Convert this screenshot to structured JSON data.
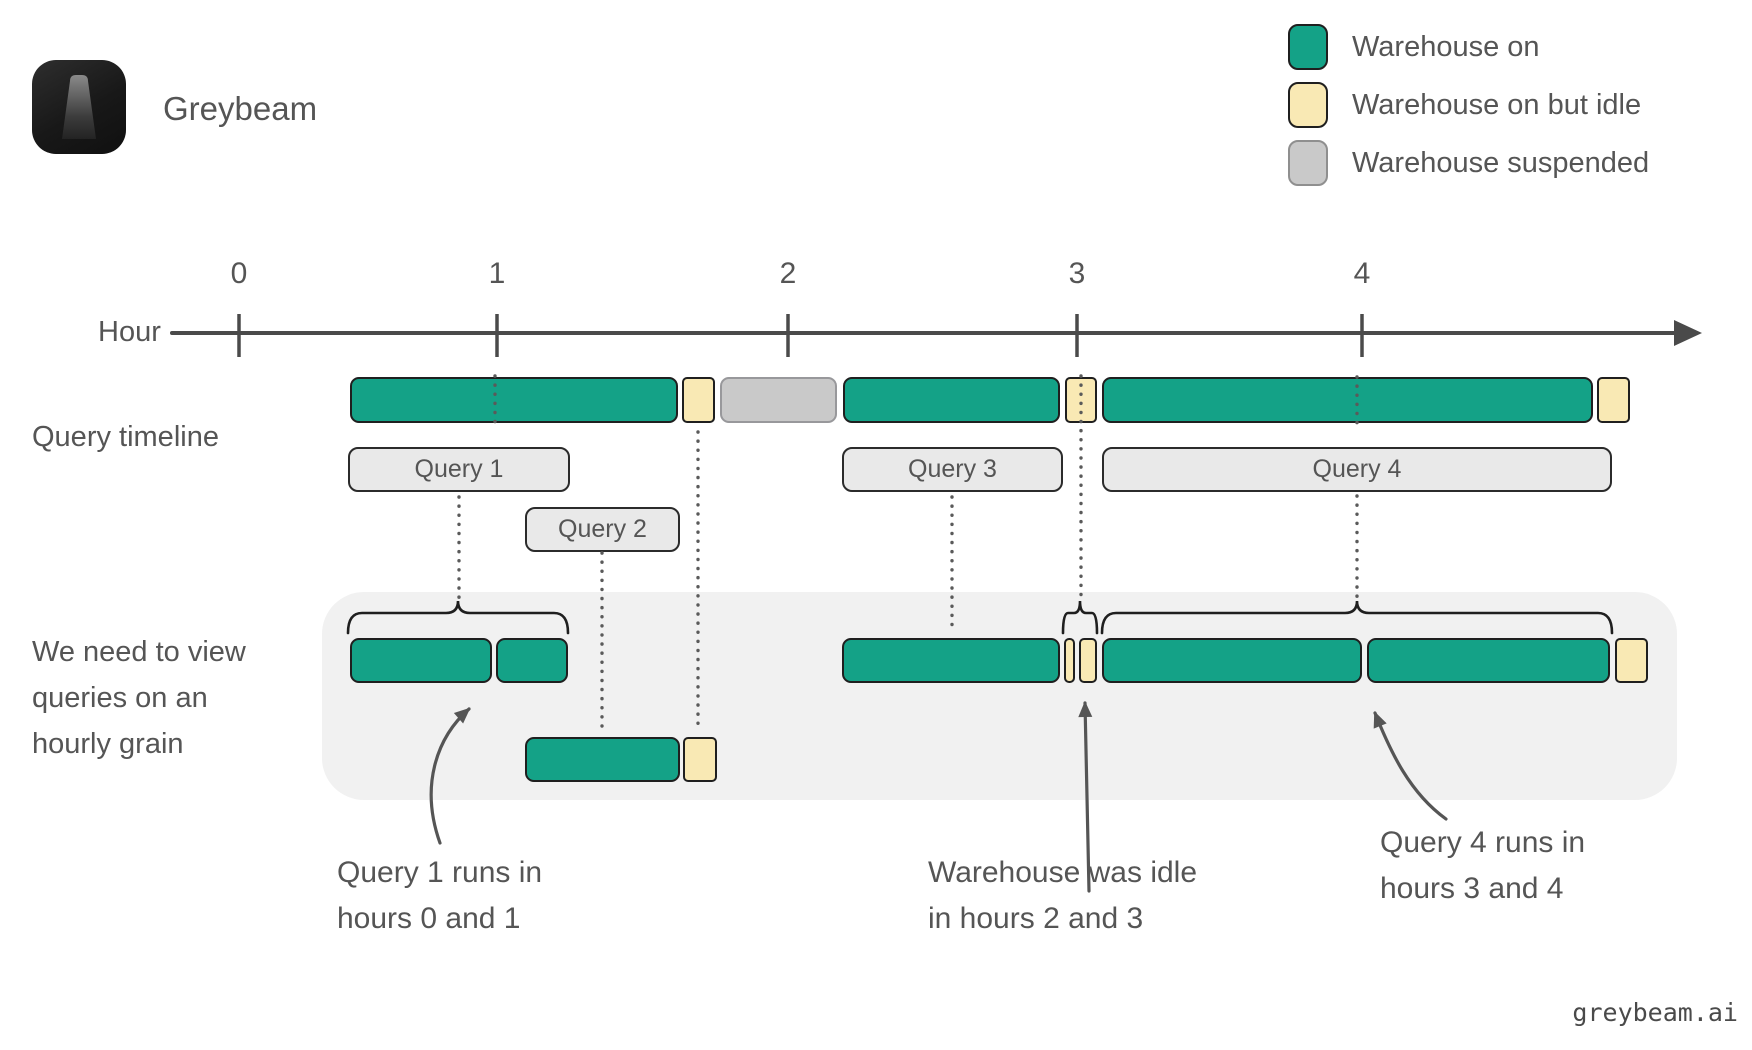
{
  "brand": {
    "name": "Greybeam",
    "logo_icon": "greybeam-beam-icon"
  },
  "legend": {
    "items": [
      {
        "status": "on",
        "label": "Warehouse on"
      },
      {
        "status": "idle",
        "label": "Warehouse on but idle"
      },
      {
        "status": "suspended",
        "label": "Warehouse suspended"
      }
    ],
    "colors": {
      "on": "#14A287",
      "idle": "#F9E9B4",
      "suspended": "#C9C9C9"
    }
  },
  "axis": {
    "label": "Hour",
    "ticks": [
      "0",
      "1",
      "2",
      "3",
      "4"
    ]
  },
  "timeline": {
    "row_label": "Query timeline",
    "segments": [
      {
        "status": "on",
        "from_hour": 0.4,
        "to_hour": 1.6
      },
      {
        "status": "idle",
        "from_hour": 1.6,
        "to_hour": 1.8
      },
      {
        "status": "suspended",
        "from_hour": 1.8,
        "to_hour": 2.2
      },
      {
        "status": "on",
        "from_hour": 2.2,
        "to_hour": 2.9
      },
      {
        "status": "idle",
        "from_hour": 2.9,
        "to_hour": 3.1
      },
      {
        "status": "on",
        "from_hour": 3.1,
        "to_hour": 4.8
      },
      {
        "status": "idle",
        "from_hour": 4.8,
        "to_hour": 4.9
      }
    ]
  },
  "queries": [
    {
      "label": "Query 1"
    },
    {
      "label": "Query 2"
    },
    {
      "label": "Query 3"
    },
    {
      "label": "Query 4"
    }
  ],
  "hourly": {
    "label_lines": [
      "We need to view",
      "queries on an",
      "hourly grain"
    ],
    "rows": [
      {
        "segments": [
          {
            "status": "on",
            "note": "Query 1 hour 0 part"
          },
          {
            "status": "on",
            "note": "Query 1 hour 1 part"
          },
          {
            "status": "on",
            "note": "Query 3 hour 2"
          },
          {
            "status": "idle",
            "note": "idle hour 2 part"
          },
          {
            "status": "idle",
            "note": "idle hour 3 part"
          },
          {
            "status": "on",
            "note": "Query 4 hour 3 part"
          },
          {
            "status": "on",
            "note": "Query 4 hour 4 part"
          },
          {
            "status": "idle",
            "note": "idle after Query 4"
          }
        ]
      },
      {
        "segments": [
          {
            "status": "on",
            "note": "Query 2 in hour 1"
          },
          {
            "status": "idle",
            "note": "idle after Query 2"
          }
        ]
      }
    ]
  },
  "annotations": [
    {
      "lines": [
        "Query 1 runs in",
        "hours 0 and 1"
      ]
    },
    {
      "lines": [
        "Warehouse was idle",
        "in hours 2 and 3"
      ]
    },
    {
      "lines": [
        "Query 4 runs in",
        "hours 3 and 4"
      ]
    }
  ],
  "footer": {
    "text": "greybeam.ai"
  }
}
